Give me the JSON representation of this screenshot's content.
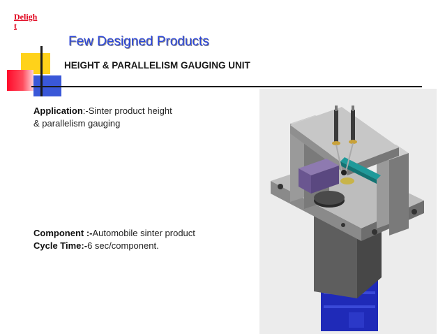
{
  "logo": {
    "text_line1": "Deligh",
    "text_line2": "t"
  },
  "title": "Few Designed Products",
  "subtitle": "HEIGHT & PARALLELISM GAUGING UNIT",
  "application": {
    "label": "Application",
    "line1": ":-Sinter product height",
    "line2": "& parallelism gauging"
  },
  "component": {
    "label": "Component :-",
    "value": "Automobile sinter product"
  },
  "cycle_time": {
    "label": "Cycle Time:-",
    "value": "6 sec/component."
  },
  "colors": {
    "title": "#2a44d8",
    "logo": "#e0001b",
    "deco_yellow": "#ffd21a",
    "deco_red": "#ff0a2a",
    "deco_blue": "#3a58d8"
  },
  "image": {
    "depicts": "3D rendering of height & parallelism gauging fixture"
  }
}
